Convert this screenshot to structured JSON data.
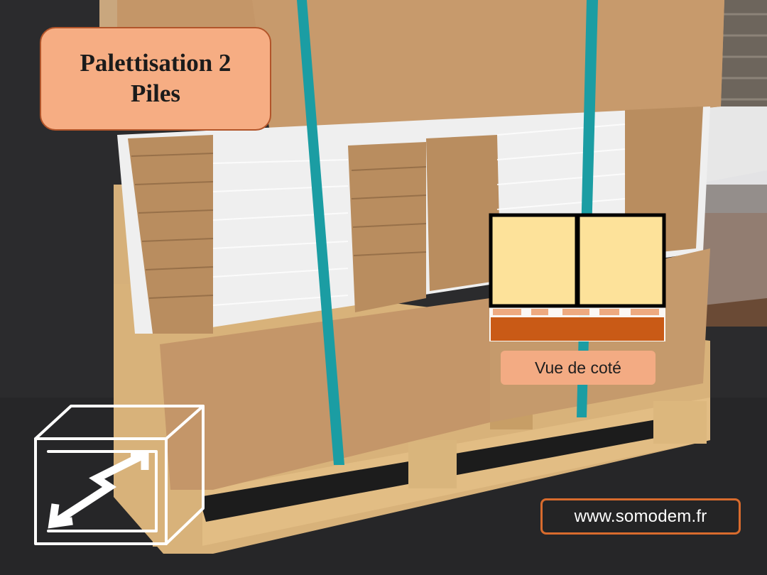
{
  "title": {
    "line1": "Palettisation 2",
    "line2": "Piles"
  },
  "diagram": {
    "caption": "Vue de coté"
  },
  "footer": {
    "url": "www.somodem.fr"
  },
  "colors": {
    "title_fill": "#f6ad83",
    "title_border": "#b2552a",
    "box_fill": "#fde29a",
    "pallet_top": "#eeaa80",
    "pallet_base": "#c95a16",
    "url_border": "#d86b2d",
    "strap": "#1b9da3"
  },
  "icons": [
    "somodem-logo-icon"
  ]
}
